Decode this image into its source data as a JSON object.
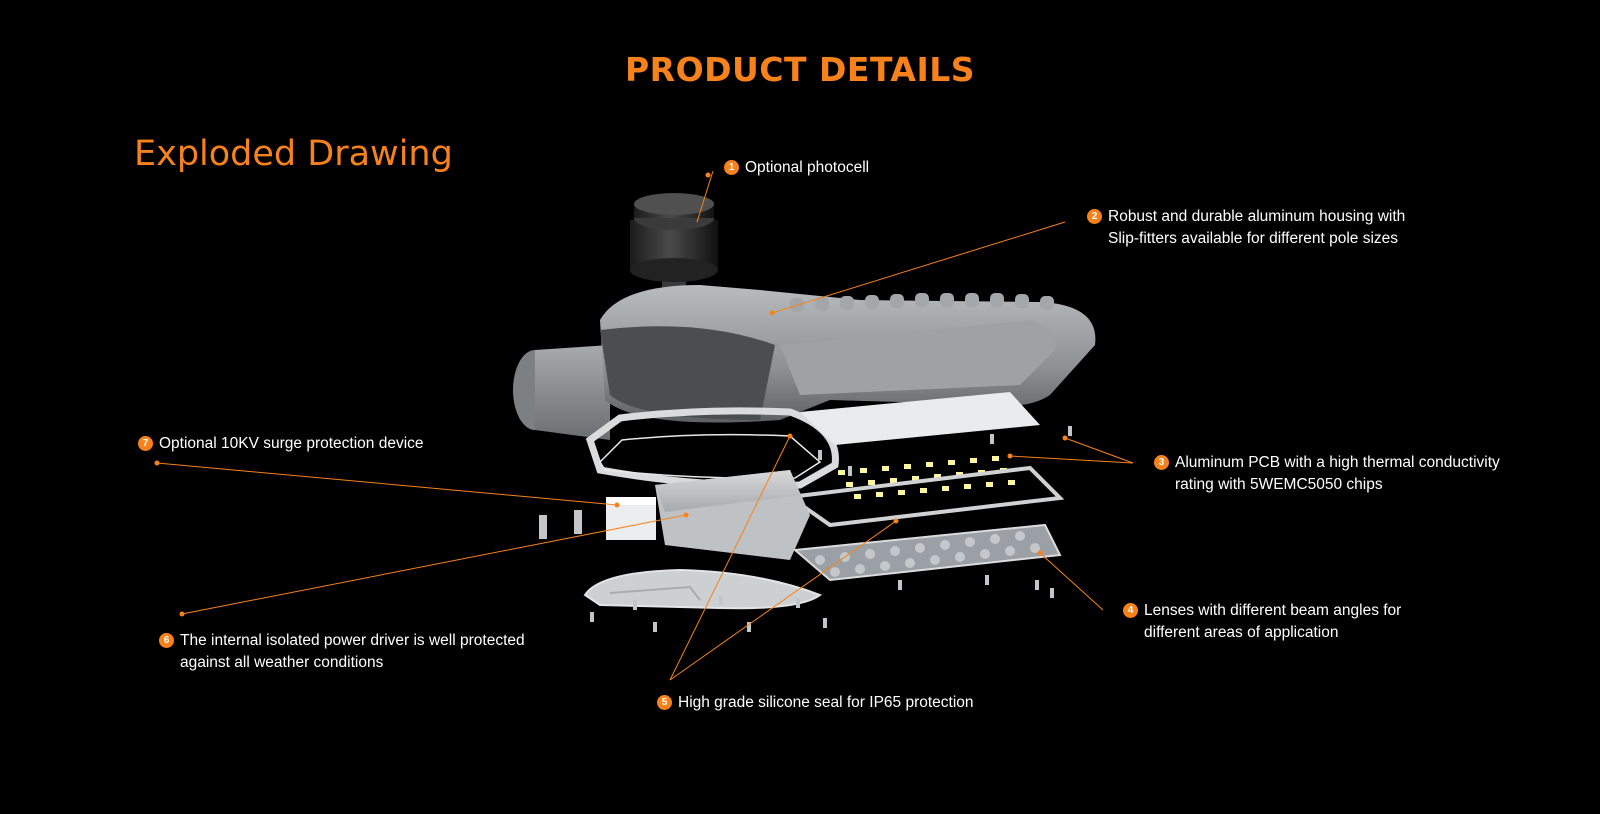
{
  "header": {
    "title": "PRODUCT DETAILS"
  },
  "section": {
    "title": "Exploded Drawing"
  },
  "callouts": [
    {
      "number": "1",
      "lines": [
        "Optional photocell"
      ]
    },
    {
      "number": "2",
      "lines": [
        "Robust and durable aluminum housing with",
        "Slip-fitters available for different pole sizes"
      ]
    },
    {
      "number": "3",
      "lines": [
        "Aluminum PCB with a high thermal conductivity",
        "rating with 5WEMC5050 chips"
      ]
    },
    {
      "number": "4",
      "lines": [
        "Lenses with different beam angles for",
        "different areas of application"
      ]
    },
    {
      "number": "5",
      "lines": [
        "High grade silicone seal for IP65 protection"
      ]
    },
    {
      "number": "6",
      "lines": [
        "The internal isolated power driver is well protected",
        "against all weather conditions"
      ]
    },
    {
      "number": "7",
      "lines": [
        "Optional 10KV surge protection device"
      ]
    }
  ],
  "colors": {
    "accent": "#f7821b",
    "background": "#000000",
    "text": "#ffffff"
  }
}
